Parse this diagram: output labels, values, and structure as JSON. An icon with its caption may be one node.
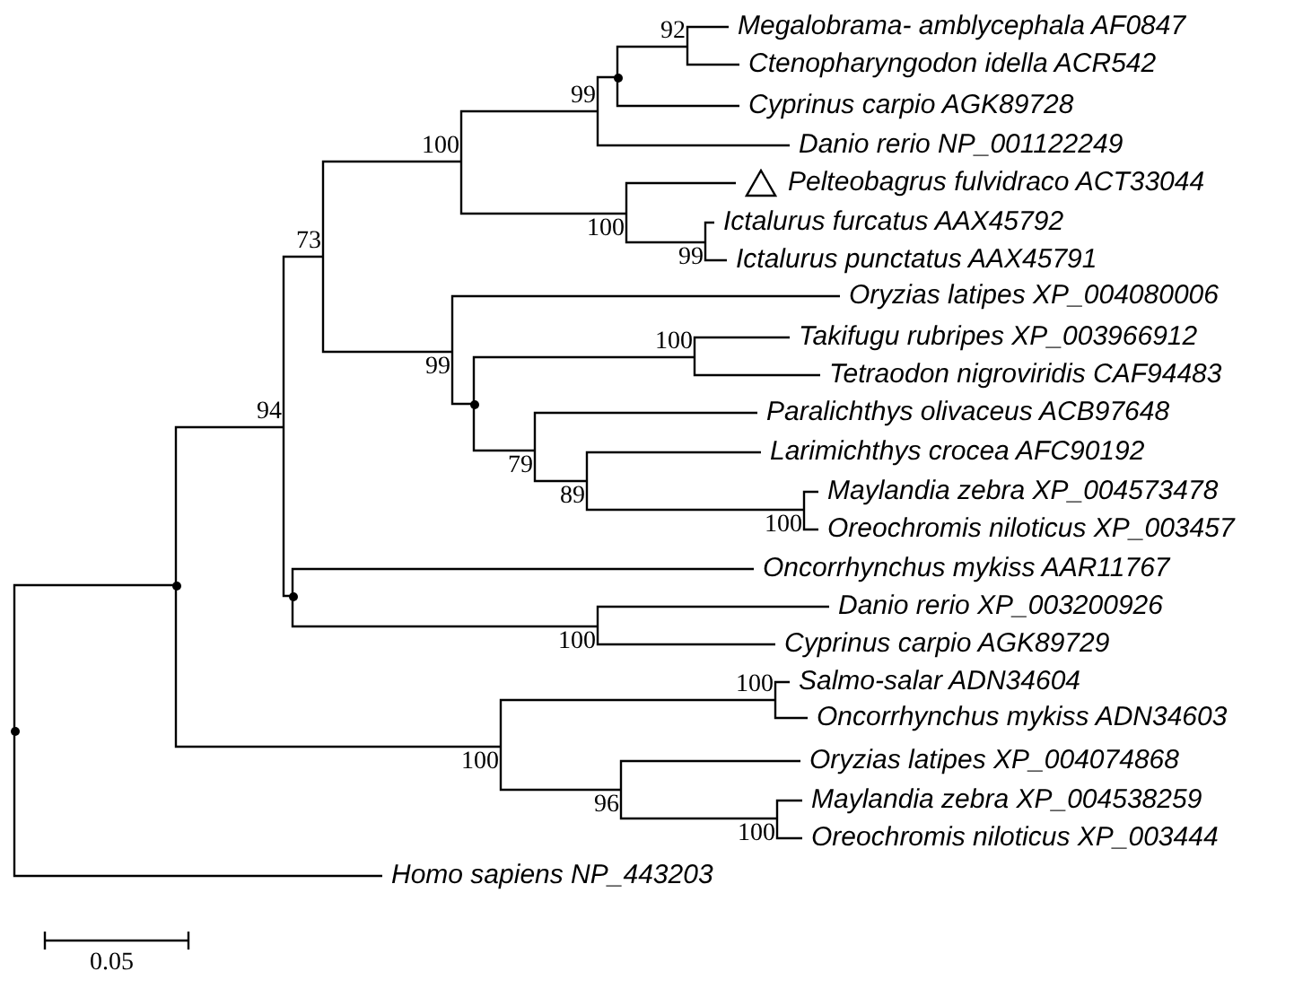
{
  "diagram": {
    "nodes": [
      {
        "text": [
          "Megalobrama- amblycephala AF0847"
        ]
      },
      {
        "text": [
          "Ctenopharyngodon idella ACR542"
        ]
      },
      {
        "text": [
          "Cyprinus carpio AGK89728"
        ]
      },
      {
        "text": [
          "Danio rerio NP_001122249"
        ]
      },
      {
        "text": [
          "Pelteobagrus fulvidraco ACT33044"
        ]
      },
      {
        "text": [
          "Ictalurus furcatus AAX45792"
        ]
      },
      {
        "text": [
          "Ictalurus punctatus AAX45791"
        ]
      },
      {
        "text": [
          "Oryzias latipes XP_004080006"
        ]
      },
      {
        "text": [
          "Takifugu rubripes XP_003966912"
        ]
      },
      {
        "text": [
          "Tetraodon nigroviridis CAF94483"
        ]
      },
      {
        "text": [
          "Paralichthys olivaceus ACB97648"
        ]
      },
      {
        "text": [
          "Larimichthys crocea AFC90192"
        ]
      },
      {
        "text": [
          "Maylandia zebra XP_004573478"
        ]
      },
      {
        "text": [
          "Oreochromis niloticus XP_003457"
        ]
      },
      {
        "text": [
          "Oncorrhynchus mykiss AAR11767"
        ]
      },
      {
        "text": [
          "Danio rerio XP_003200926"
        ]
      },
      {
        "text": [
          "Cyprinus carpio AGK89729"
        ]
      },
      {
        "text": [
          "Salmo-salar ADN34604"
        ]
      },
      {
        "text": [
          "Oncorrhynchus mykiss ADN34603"
        ]
      },
      {
        "text": [
          "Oryzias latipes XP_004074868"
        ]
      },
      {
        "text": [
          "Maylandia zebra XP_004538259"
        ]
      },
      {
        "text": [
          "Oreochromis niloticus XP_003444"
        ]
      },
      {
        "text": [
          "Homo sapiens NP_443203"
        ]
      },
      {
        "text": [],
        "shape": "dot"
      },
      {
        "text": [],
        "shape": "dot"
      },
      {
        "text": [
          "94"
        ]
      },
      {
        "text": [
          "73"
        ]
      },
      {
        "text": [
          "100"
        ]
      },
      {
        "text": [
          "99"
        ]
      },
      {
        "text": [],
        "shape": "dot"
      },
      {
        "text": [
          "92"
        ]
      },
      {
        "text": [
          "100"
        ]
      },
      {
        "text": [
          "99"
        ]
      },
      {
        "text": [
          "99"
        ]
      },
      {
        "text": [],
        "shape": "dot"
      },
      {
        "text": [
          "100"
        ]
      },
      {
        "text": [
          "79"
        ]
      },
      {
        "text": [
          "89"
        ]
      },
      {
        "text": [
          "100"
        ]
      },
      {
        "text": [],
        "shape": "dot"
      },
      {
        "text": [
          "100"
        ]
      },
      {
        "text": [
          "100"
        ]
      },
      {
        "text": [
          "100"
        ]
      },
      {
        "text": [
          "96"
        ]
      },
      {
        "text": [
          "100"
        ]
      }
    ],
    "edges": [
      {
        "from": 23,
        "to": 24,
        "arrow": "none"
      },
      {
        "from": 23,
        "to": 22,
        "arrow": "none"
      },
      {
        "from": 24,
        "to": 25,
        "arrow": "none"
      },
      {
        "from": 24,
        "to": 41,
        "arrow": "none"
      },
      {
        "from": 25,
        "to": 26,
        "arrow": "none"
      },
      {
        "from": 25,
        "to": 39,
        "arrow": "none"
      },
      {
        "from": 26,
        "to": 27,
        "arrow": "none"
      },
      {
        "from": 26,
        "to": 33,
        "arrow": "none"
      },
      {
        "from": 27,
        "to": 28,
        "arrow": "none"
      },
      {
        "from": 27,
        "to": 31,
        "arrow": "none"
      },
      {
        "from": 28,
        "to": 29,
        "arrow": "none"
      },
      {
        "from": 28,
        "to": 3,
        "arrow": "none"
      },
      {
        "from": 29,
        "to": 30,
        "arrow": "none"
      },
      {
        "from": 29,
        "to": 2,
        "arrow": "none"
      },
      {
        "from": 30,
        "to": 0,
        "arrow": "none"
      },
      {
        "from": 30,
        "to": 1,
        "arrow": "none"
      },
      {
        "from": 31,
        "to": 4,
        "arrow": "none"
      },
      {
        "from": 31,
        "to": 32,
        "arrow": "none"
      },
      {
        "from": 32,
        "to": 5,
        "arrow": "none"
      },
      {
        "from": 32,
        "to": 6,
        "arrow": "none"
      },
      {
        "from": 33,
        "to": 7,
        "arrow": "none"
      },
      {
        "from": 33,
        "to": 34,
        "arrow": "none"
      },
      {
        "from": 34,
        "to": 35,
        "arrow": "none"
      },
      {
        "from": 34,
        "to": 36,
        "arrow": "none"
      },
      {
        "from": 35,
        "to": 8,
        "arrow": "none"
      },
      {
        "from": 35,
        "to": 9,
        "arrow": "none"
      },
      {
        "from": 36,
        "to": 10,
        "arrow": "none"
      },
      {
        "from": 36,
        "to": 37,
        "arrow": "none"
      },
      {
        "from": 37,
        "to": 11,
        "arrow": "none"
      },
      {
        "from": 37,
        "to": 38,
        "arrow": "none"
      },
      {
        "from": 38,
        "to": 12,
        "arrow": "none"
      },
      {
        "from": 38,
        "to": 13,
        "arrow": "none"
      },
      {
        "from": 39,
        "to": 14,
        "arrow": "none"
      },
      {
        "from": 39,
        "to": 40,
        "arrow": "none"
      },
      {
        "from": 40,
        "to": 15,
        "arrow": "none"
      },
      {
        "from": 40,
        "to": 16,
        "arrow": "none"
      },
      {
        "from": 41,
        "to": 42,
        "arrow": "none"
      },
      {
        "from": 41,
        "to": 43,
        "arrow": "none"
      },
      {
        "from": 42,
        "to": 17,
        "arrow": "none"
      },
      {
        "from": 42,
        "to": 18,
        "arrow": "none"
      },
      {
        "from": 43,
        "to": 19,
        "arrow": "none"
      },
      {
        "from": 43,
        "to": 44,
        "arrow": "none"
      },
      {
        "from": 44,
        "to": 20,
        "arrow": "none"
      },
      {
        "from": 44,
        "to": 21,
        "arrow": "none"
      }
    ],
    "labels": [
      "0.05"
    ]
  }
}
